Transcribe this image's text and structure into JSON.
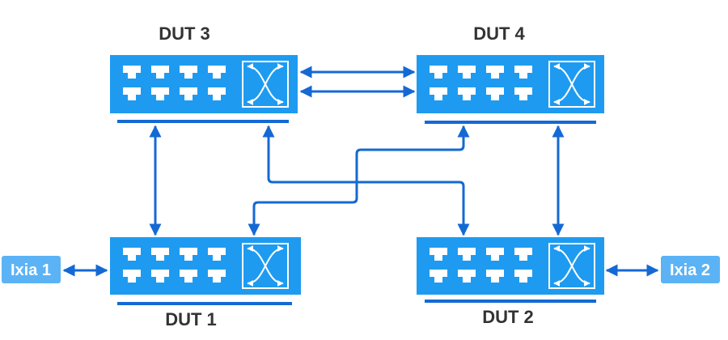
{
  "colors": {
    "switch_fill": "#1E9BF0",
    "port_fill": "#FFFFFF",
    "link": "#1469D4",
    "base_bar": "#1469D4",
    "ixia_fill": "#5BB3F5",
    "label_text": "#333333"
  },
  "icons": {
    "switch": "network-switch-icon",
    "crossbar": "crossbar-x-icon",
    "link": "double-headed-arrow-icon"
  },
  "devices": {
    "dut1": {
      "label": "DUT 1"
    },
    "dut2": {
      "label": "DUT 2"
    },
    "dut3": {
      "label": "DUT 3"
    },
    "dut4": {
      "label": "DUT 4"
    }
  },
  "ixia": {
    "ixia1": {
      "label": "Ixia 1"
    },
    "ixia2": {
      "label": "Ixia 2"
    }
  }
}
